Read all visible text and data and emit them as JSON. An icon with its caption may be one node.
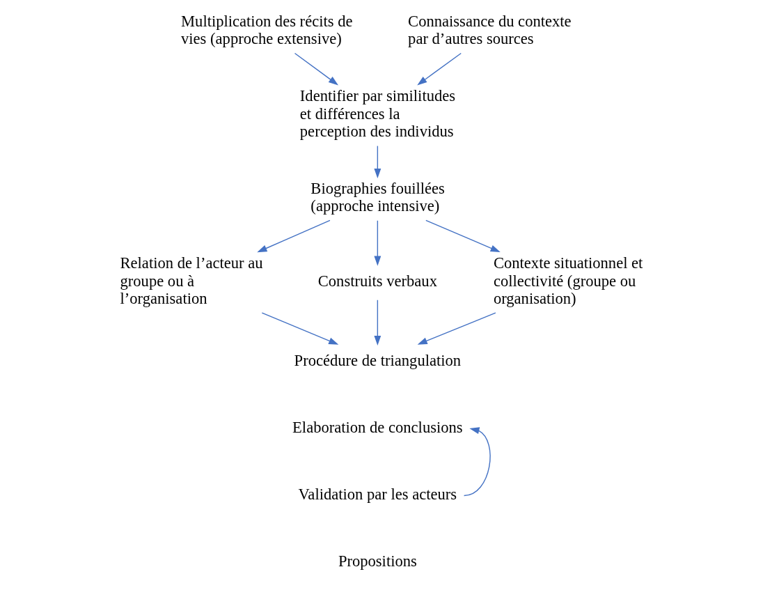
{
  "diagram": {
    "nodes": [
      {
        "text": [
          "Multiplication des récits de vies (approche extensive)"
        ]
      },
      {
        "text": [
          "Connaissance du contexte par d’autres sources"
        ]
      },
      {
        "text": [
          "Identifier par similitudes et différences la perception des individus"
        ]
      },
      {
        "text": [
          "Biographies fouillées (approche intensive)"
        ]
      },
      {
        "text": [
          "Relation de l’acteur au groupe ou à l’organisation"
        ]
      },
      {
        "text": [
          "Construits verbaux"
        ]
      },
      {
        "text": [
          "Contexte situationnel et collectivité (groupe ou organisation)"
        ]
      },
      {
        "text": [
          "Procédure de triangulation"
        ]
      },
      {
        "text": [
          "Elaboration de conclusions"
        ]
      },
      {
        "text": [
          "Validation par les acteurs"
        ]
      },
      {
        "text": [
          "Propositions"
        ]
      }
    ],
    "edges": [
      {
        "from": 0,
        "to": 2,
        "arrow": "to"
      },
      {
        "from": 1,
        "to": 2,
        "arrow": "to"
      },
      {
        "from": 2,
        "to": 3,
        "arrow": "to"
      },
      {
        "from": 3,
        "to": 4,
        "arrow": "to"
      },
      {
        "from": 3,
        "to": 5,
        "arrow": "to"
      },
      {
        "from": 3,
        "to": 6,
        "arrow": "to"
      },
      {
        "from": 6,
        "to": 7,
        "arrow": "to"
      },
      {
        "from": 4,
        "to": 7,
        "arrow": "to"
      },
      {
        "from": 5,
        "to": 7,
        "arrow": "to"
      },
      {
        "from": 9,
        "to": 8,
        "arrow": "to"
      }
    ]
  }
}
